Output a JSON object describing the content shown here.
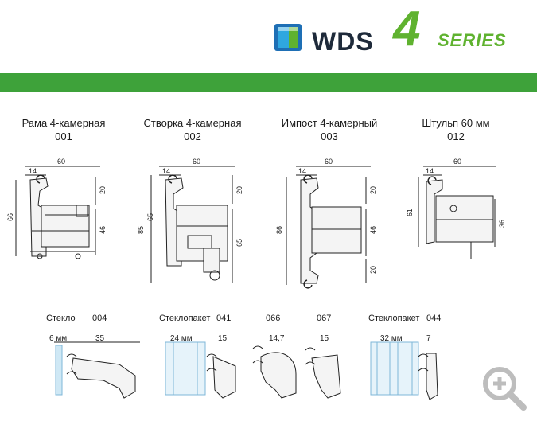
{
  "brand": {
    "name": "WDS",
    "series_number": "4",
    "series_word": "SERIES",
    "colors": {
      "accent_green": "#3ea23a",
      "logo_green": "#5fb22f",
      "logo_blue": "#1e6fb5",
      "text_dark": "#1e2a3a"
    }
  },
  "profiles": [
    {
      "title": "Рама 4-камерная",
      "code": "001",
      "dims": {
        "width": "60",
        "a": "14",
        "b": "20",
        "c": "46",
        "height": "66"
      }
    },
    {
      "title": "Створка 4-камерная",
      "code": "002",
      "dims": {
        "width": "60",
        "a": "14",
        "b": "20",
        "c": "65",
        "h1": "85",
        "h2": "65"
      }
    },
    {
      "title": "Импост 4-камерный",
      "code": "003",
      "dims": {
        "width": "60",
        "a": "14",
        "b": "20",
        "c": "46",
        "d": "20",
        "height": "86"
      }
    },
    {
      "title": "Штульп 60 мм",
      "code": "012",
      "dims": {
        "width": "60",
        "a": "14",
        "height": "61",
        "c": "36"
      }
    }
  ],
  "glazing": [
    {
      "label": "Стекло",
      "code": "004",
      "d1": "6 мм",
      "d2": "35"
    },
    {
      "label": "Стеклопакет",
      "code": "041",
      "d1": "24 мм",
      "d2": "15"
    },
    {
      "label": "",
      "code": "066",
      "d2": "14,7"
    },
    {
      "label": "",
      "code": "067",
      "d2": "15"
    },
    {
      "label": "Стеклопакет",
      "code": "044",
      "d1": "32 мм",
      "d2": "7"
    }
  ],
  "zoom_icon": "magnifier-plus-icon"
}
